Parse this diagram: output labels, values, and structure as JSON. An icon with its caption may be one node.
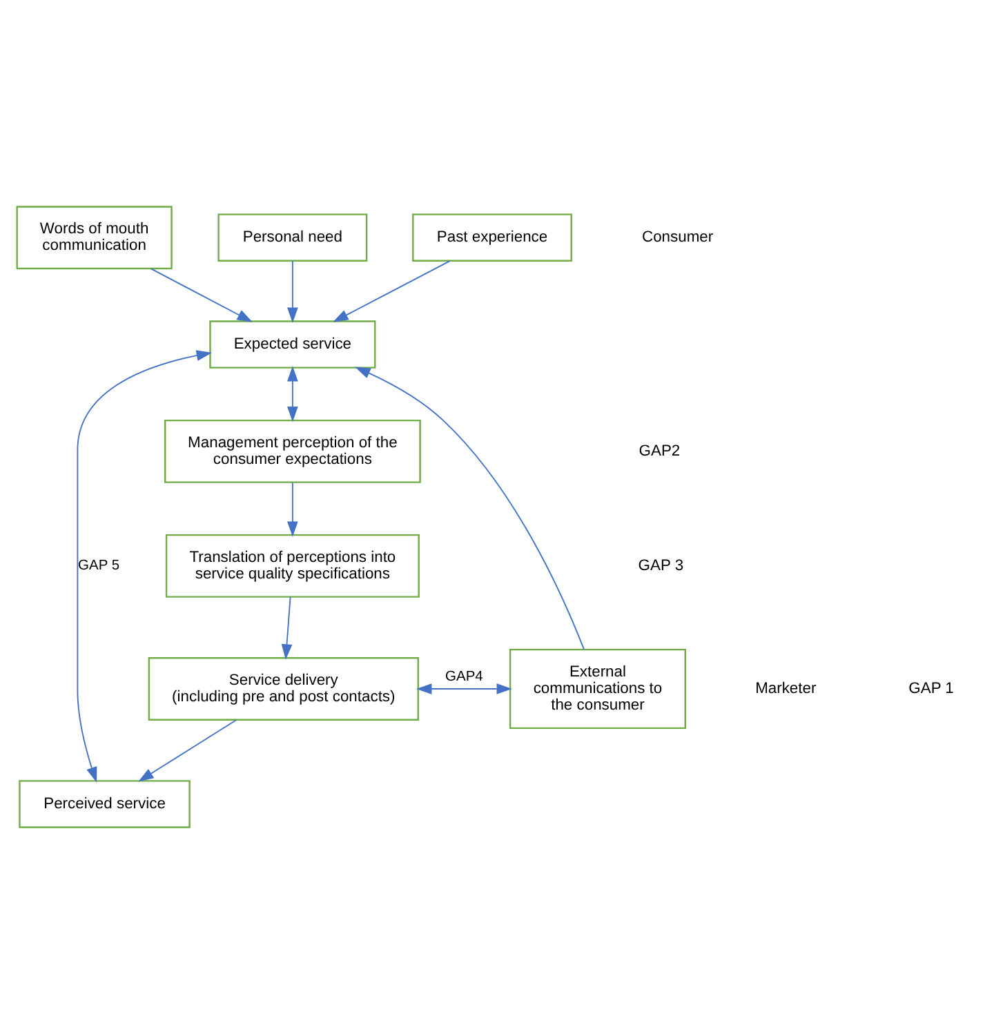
{
  "diagram": {
    "nodes": [
      {
        "text": [
          "Words of mouth communication"
        ]
      },
      {
        "text": [
          "Personal need"
        ]
      },
      {
        "text": [
          "Past experience"
        ]
      },
      {
        "text": [
          "Expected service"
        ]
      },
      {
        "text": [
          "Perceived service"
        ]
      },
      {
        "text": [
          "Service delivery",
          "(including pre and post contacts)"
        ]
      },
      {
        "text": [
          "External communications to the consumer"
        ]
      },
      {
        "text": [
          "Translation of perceptions into service quality specifications"
        ]
      },
      {
        "text": [
          "Management perception of the consumer expectations"
        ]
      }
    ],
    "edges": [
      {
        "from": 0,
        "to": 3,
        "arrow": "to"
      },
      {
        "from": 1,
        "to": 3,
        "arrow": "to"
      },
      {
        "from": 2,
        "to": 3,
        "arrow": "to"
      },
      {
        "from": 3,
        "to": 4,
        "arrow": "both",
        "label": "GAP 5"
      },
      {
        "from": 5,
        "to": 4,
        "arrow": "to"
      },
      {
        "from": 6,
        "to": 3,
        "arrow": "to"
      },
      {
        "from": 5,
        "to": 6,
        "arrow": "both",
        "label": "GAP4"
      },
      {
        "from": 7,
        "to": 5,
        "arrow": "to"
      },
      {
        "from": 8,
        "to": 7,
        "arrow": "to"
      },
      {
        "from": 3,
        "to": 8,
        "arrow": "both"
      }
    ],
    "labels": [
      "Consumer",
      "Marketer",
      "GAP 1",
      "GAP 3",
      "GAP2"
    ]
  }
}
